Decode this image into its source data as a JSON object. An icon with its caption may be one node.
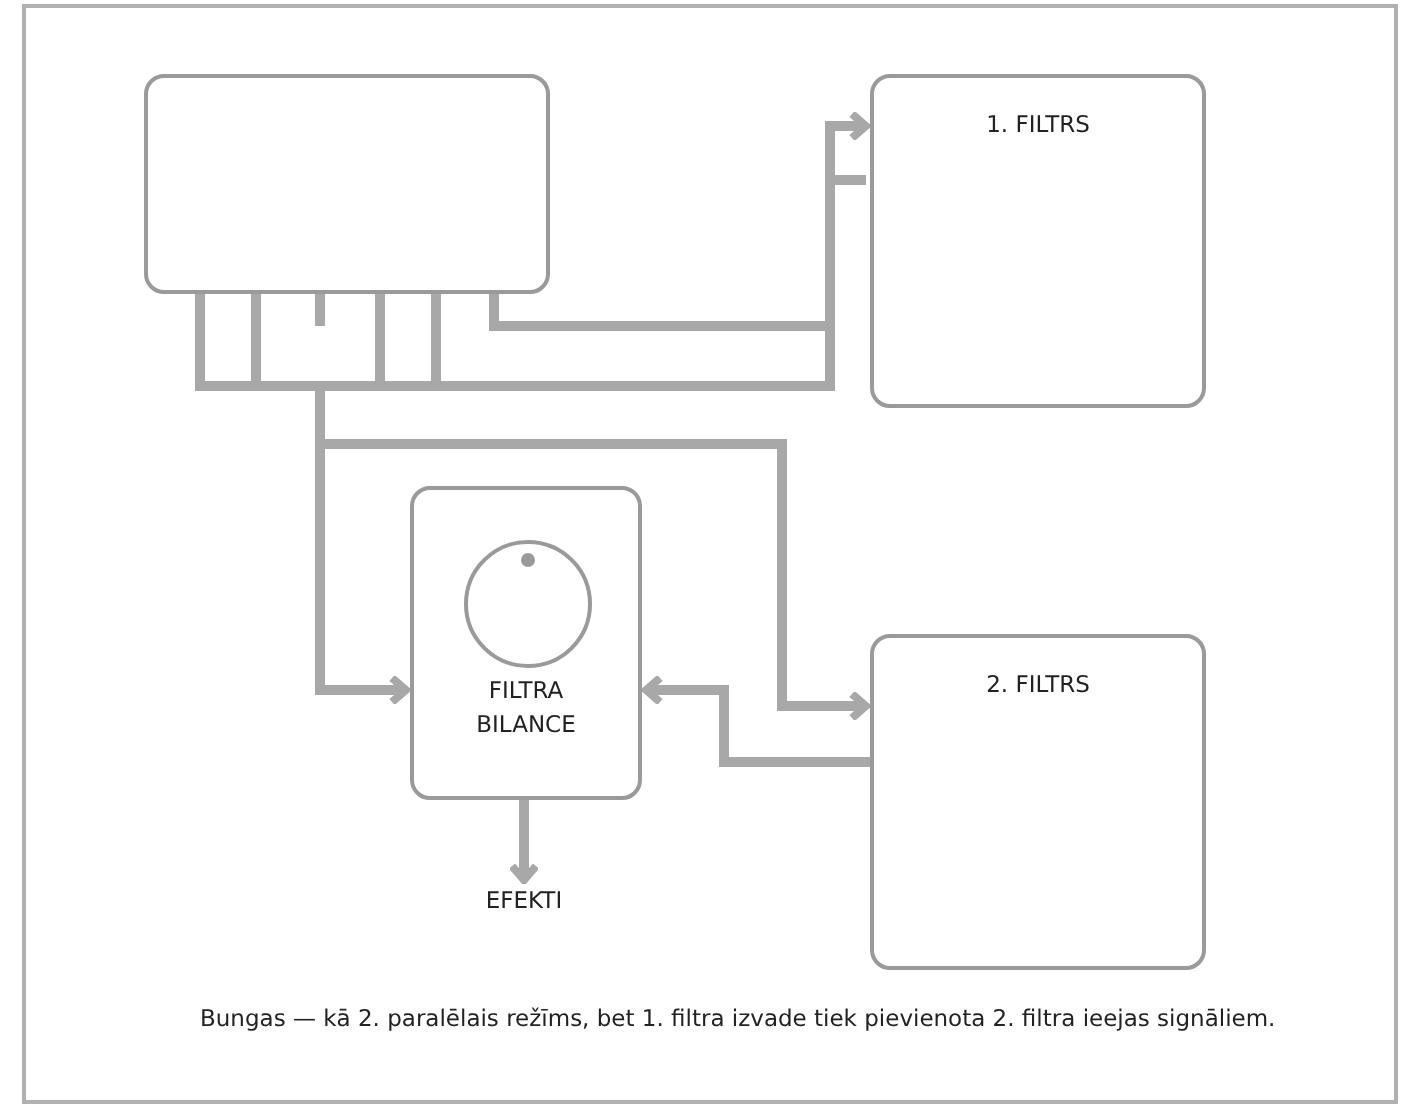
{
  "diagram": {
    "caption": "Bungas — kā 2. paralēlais režīms, bet 1. filtra izvade tiek pievienota 2. filtra ieejas signāliem.",
    "nodes": [
      {
        "text": [],
        "shape": "box"
      },
      {
        "text": [
          "1. FILTRS"
        ]
      },
      {
        "text": [
          "FILTRA BILANCE"
        ]
      },
      {
        "text": [
          "2. FILTRS"
        ]
      },
      {
        "text": [
          "EFEKTI"
        ]
      }
    ],
    "edges": [
      {
        "from": 0,
        "to": 1,
        "arrow": "to"
      },
      {
        "from": 0,
        "to": 1,
        "arrow": "none"
      },
      {
        "from": 0,
        "to": 2,
        "arrow": "to"
      },
      {
        "from": 0,
        "to": 3,
        "arrow": "to"
      },
      {
        "from": 3,
        "to": 2,
        "arrow": "to"
      },
      {
        "from": 2,
        "to": 4,
        "arrow": "to"
      }
    ]
  }
}
